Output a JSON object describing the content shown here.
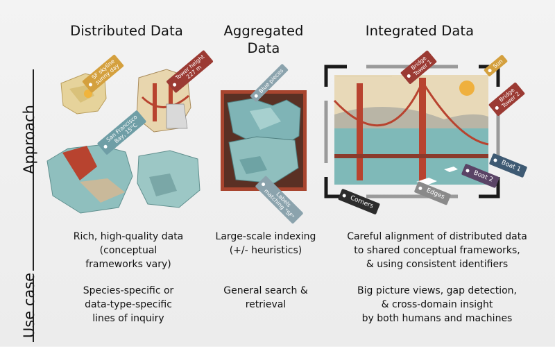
{
  "columns": [
    {
      "title": "Distributed Data"
    },
    {
      "title": "Aggregated\nData"
    },
    {
      "title": "Integrated Data"
    }
  ],
  "rows": {
    "approach_label": "Approach",
    "use_case_label": "Use case"
  },
  "approach": {
    "distributed": "Rich, high-quality data\n(conceptual\nframeworks vary)",
    "aggregated": "Large-scale indexing\n(+/- heuristics)",
    "integrated": "Careful alignment of distributed data\nto shared conceptual frameworks,\n& using consistent identifiers"
  },
  "use_case": {
    "distributed": "Species-specific or\ndata-type-specific\nlines of inquiry",
    "aggregated": "General search &\nretrieval",
    "integrated": "Big picture views, gap detection,\n& cross-domain insight\nby both humans and machines"
  },
  "tags": {
    "sf_skyline": "SF skyline\nsunny day",
    "tower_height": "Tower height\n227 m",
    "sf_bay": "San Francisco\nBay, 15°C",
    "blue_pieces": "Blue pieces",
    "labels_sf": "Labels\nmatching \"SF\"",
    "bridge_tower_1": "Bridge\nTower 1",
    "sun": "Sun",
    "bridge_tower_2": "Bridge\nTower 2",
    "boat_1": "Boat 1",
    "boat_2": "Boat 2",
    "edges": "Edges",
    "corners": "Corners"
  },
  "colors": {
    "tag_yellow": "#d4a03e",
    "tag_red": "#9b3a33",
    "tag_teal": "#6f9ea6",
    "tag_steel": "#8ba3ad",
    "tag_darkblue": "#3e5a73",
    "tag_purple": "#5a4466",
    "tag_grey": "#8a8a8a",
    "tag_dark": "#2c2c2c",
    "bridge": "#b8432f",
    "water": "#7fb9b8",
    "sky": "#e8d9b8"
  }
}
